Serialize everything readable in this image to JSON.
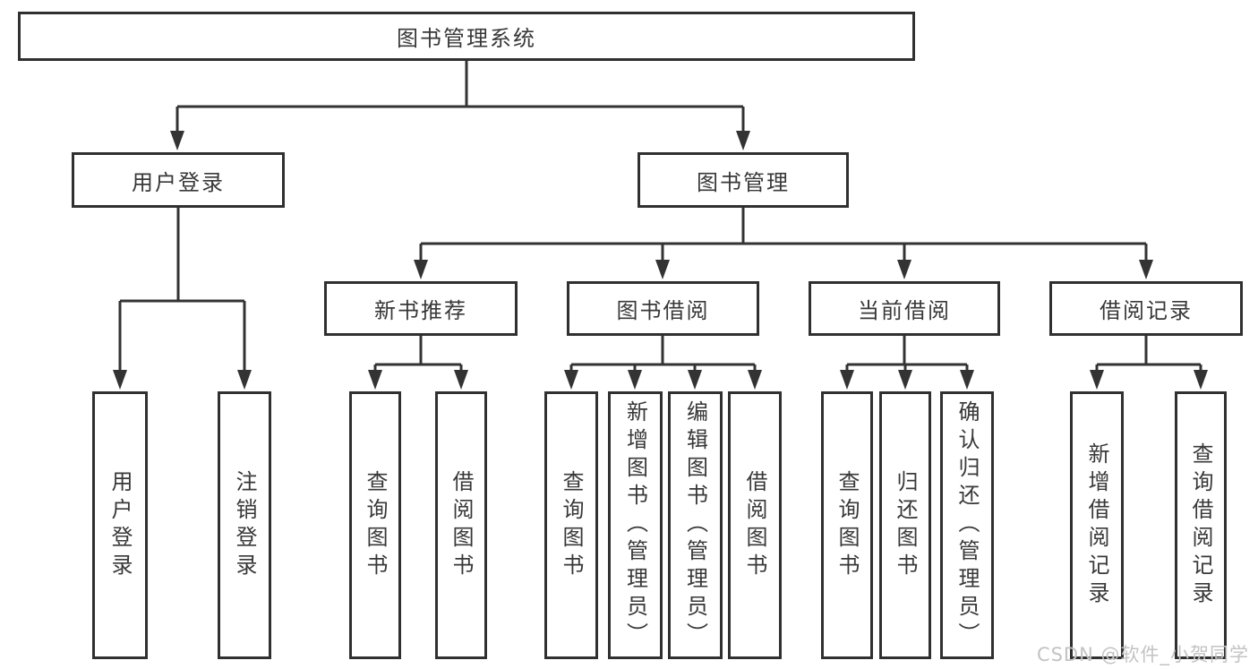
{
  "diagram": {
    "type": "tree",
    "root": {
      "label": "图书管理系统",
      "children": [
        {
          "label": "用户登录",
          "children": [
            {
              "label": "用户登录"
            },
            {
              "label": "注销登录"
            }
          ]
        },
        {
          "label": "图书管理",
          "children": [
            {
              "label": "新书推荐",
              "children": [
                {
                  "label": "查询图书"
                },
                {
                  "label": "借阅图书"
                }
              ]
            },
            {
              "label": "图书借阅",
              "children": [
                {
                  "label": "查询图书"
                },
                {
                  "label": "新增图书（管理员）"
                },
                {
                  "label": "编辑图书（管理员）"
                },
                {
                  "label": "借阅图书"
                }
              ]
            },
            {
              "label": "当前借阅",
              "children": [
                {
                  "label": "查询图书"
                },
                {
                  "label": "归还图书"
                },
                {
                  "label": "确认归还（管理员）"
                }
              ]
            },
            {
              "label": "借阅记录",
              "children": [
                {
                  "label": "新增借阅记录"
                },
                {
                  "label": "查询借阅记录"
                }
              ]
            }
          ]
        }
      ]
    }
  },
  "watermark": "CSDN @软件_小贺同学",
  "colors": {
    "line": "#333333",
    "box_border": "#303030",
    "text": "#383838",
    "watermark": "#c3c3c3",
    "background": "#ffffff"
  }
}
